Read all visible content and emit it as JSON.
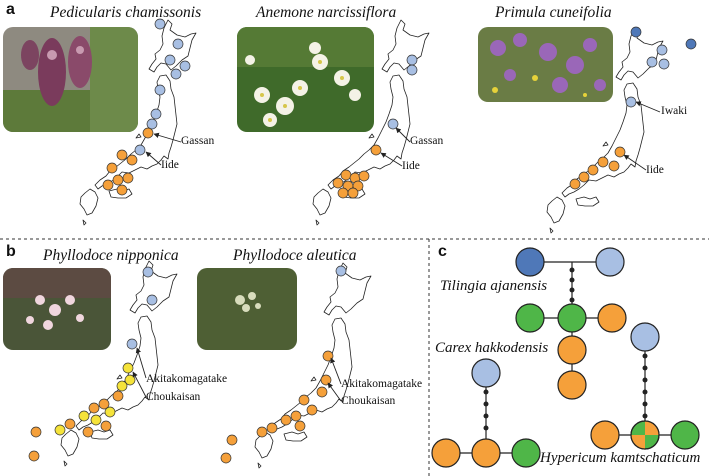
{
  "panels": {
    "a": {
      "label": "a",
      "species": [
        "Pedicularis chamissonis",
        "Anemone narcissiflora",
        "Primula cuneifolia"
      ],
      "sites": [
        "Gassan",
        "Iide",
        "Gassan",
        "Iide",
        "Iwaki",
        "Iide"
      ]
    },
    "b": {
      "label": "b",
      "species": [
        "Phyllodoce nipponica",
        "Phyllodoce aleutica"
      ],
      "sites": [
        "Akitakomagatake",
        "Choukaisan",
        "Akitakomagatake",
        "Choukaisan"
      ]
    },
    "c": {
      "label": "c",
      "species": [
        "Tilingia ajanensis",
        "Carex hakkodensis",
        "Hypericum kamtschaticum"
      ]
    }
  },
  "colors": {
    "north": "#a8bfe3",
    "north_dark": "#4f78b8",
    "south": "#f5a03a",
    "yellow": "#f5e33a",
    "green": "#4fb648",
    "line": "#222222"
  }
}
